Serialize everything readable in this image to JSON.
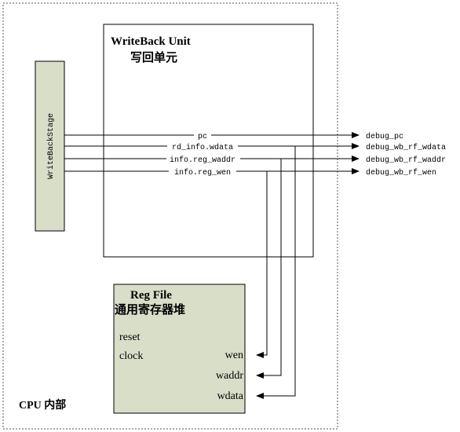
{
  "cpu_label": "CPU 内部",
  "writeback_unit": {
    "title": "WriteBack Unit",
    "subtitle": "写回单元"
  },
  "writeback_stage": {
    "label": "WriteBackStage"
  },
  "regfile": {
    "title": "Reg File",
    "subtitle": "通用寄存器堆",
    "inputs_left": [
      "reset",
      "clock"
    ],
    "ports": {
      "wen": "wen",
      "waddr": "waddr",
      "wdata": "wdata"
    }
  },
  "signals": [
    {
      "name": "pc",
      "output": "debug_pc"
    },
    {
      "name": "rd_info.wdata",
      "output": "debug_wb_rf_wdata"
    },
    {
      "name": "info.reg_waddr",
      "output": "debug_wb_rf_waddr"
    },
    {
      "name": "info.reg_wen",
      "output": "debug_wb_rf_wen"
    }
  ],
  "colors": {
    "stage_fill": "#d9dec9",
    "regfile_fill": "#d9dec9",
    "line": "#000000",
    "dashed_border": "#555555"
  }
}
